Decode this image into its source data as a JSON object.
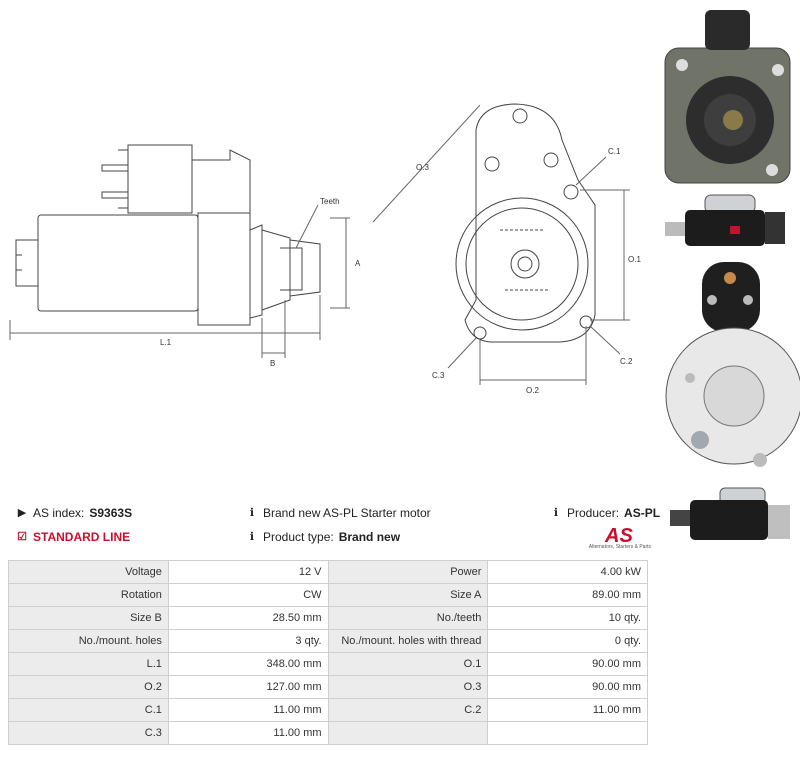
{
  "drawing_labels": {
    "teeth": "Teeth",
    "a": "A",
    "b": "B",
    "l1": "L.1",
    "o3": "O.3",
    "c1": "C.1",
    "o1": "O.1",
    "c2": "C.2",
    "c3": "C.3",
    "o2": "O.2"
  },
  "info": {
    "as_index_label": "AS index:",
    "as_index_value": "S9363S",
    "standard_line": "STANDARD LINE",
    "description": "Brand new AS-PL Starter motor",
    "product_type_label": "Product type:",
    "product_type_value": "Brand new",
    "producer_label": "Producer:",
    "producer_value": "AS-PL",
    "logo_text": "AS",
    "logo_subtext": "Alternators, Starters & Parts"
  },
  "specs": [
    [
      "Voltage",
      "12 V",
      "Power",
      "4.00 kW"
    ],
    [
      "Rotation",
      "CW",
      "Size A",
      "89.00 mm"
    ],
    [
      "Size B",
      "28.50 mm",
      "No./teeth",
      "10 qty."
    ],
    [
      "No./mount. holes",
      "3 qty.",
      "No./mount. holes with thread",
      "0 qty."
    ],
    [
      "L.1",
      "348.00 mm",
      "O.1",
      "90.00 mm"
    ],
    [
      "O.2",
      "127.00 mm",
      "O.3",
      "90.00 mm"
    ],
    [
      "C.1",
      "11.00 mm",
      "C.2",
      "11.00 mm"
    ],
    [
      "C.3",
      "11.00 mm",
      "",
      ""
    ]
  ],
  "colors": {
    "accent_red": "#c8102e",
    "label_bg": "#ececec",
    "border": "#cfcfcf"
  }
}
